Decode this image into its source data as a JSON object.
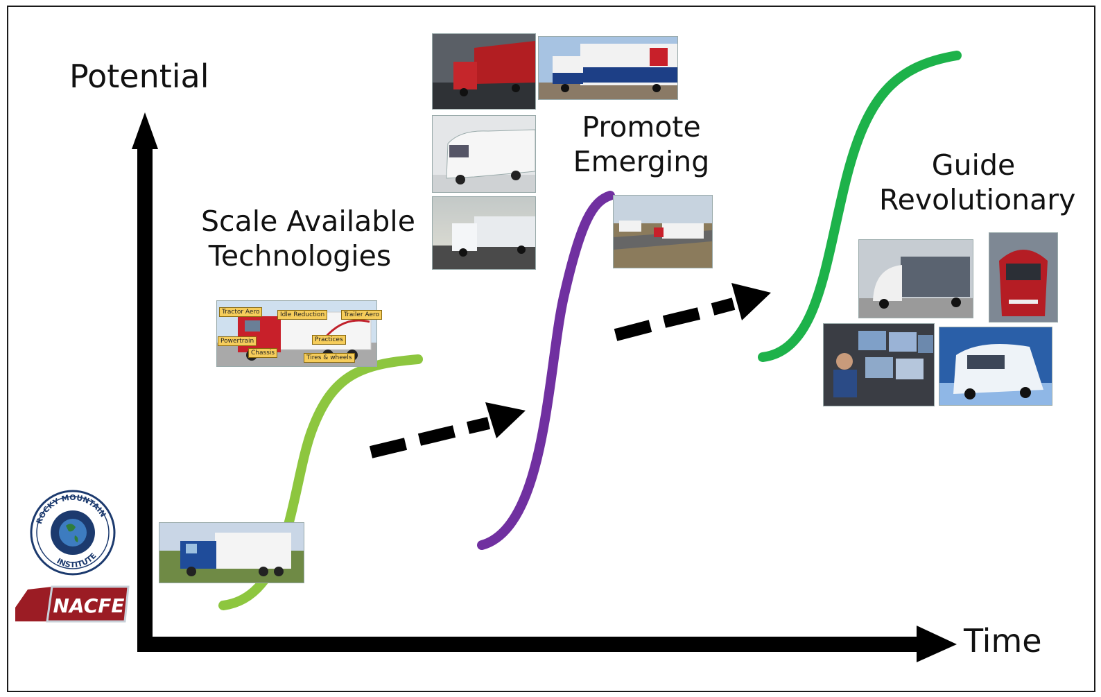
{
  "axes": {
    "y_label": "Potential",
    "x_label": "Time"
  },
  "stages": [
    {
      "line1": "Scale Available",
      "line2": "Technologies",
      "color": "#8dc63f"
    },
    {
      "line1": "Promote",
      "line2": "Emerging",
      "color": "#7030a0"
    },
    {
      "line1": "Guide",
      "line2": "Revolutionary",
      "color": "#1db24a"
    }
  ],
  "callouts": {
    "tractor_aero": "Tractor Aero",
    "idle_reduction": "Idle Reduction",
    "trailer_aero": "Trailer Aero",
    "powertrain": "Powertrain",
    "chassis": "Chassis",
    "practices": "Practices",
    "tires_wheels": "Tires & wheels"
  },
  "logos": {
    "rmi": "ROCKY MOUNTAIN INSTITUTE",
    "nacfe": "NACFE"
  },
  "colors": {
    "axis": "#000000",
    "arrow": "#000000"
  }
}
